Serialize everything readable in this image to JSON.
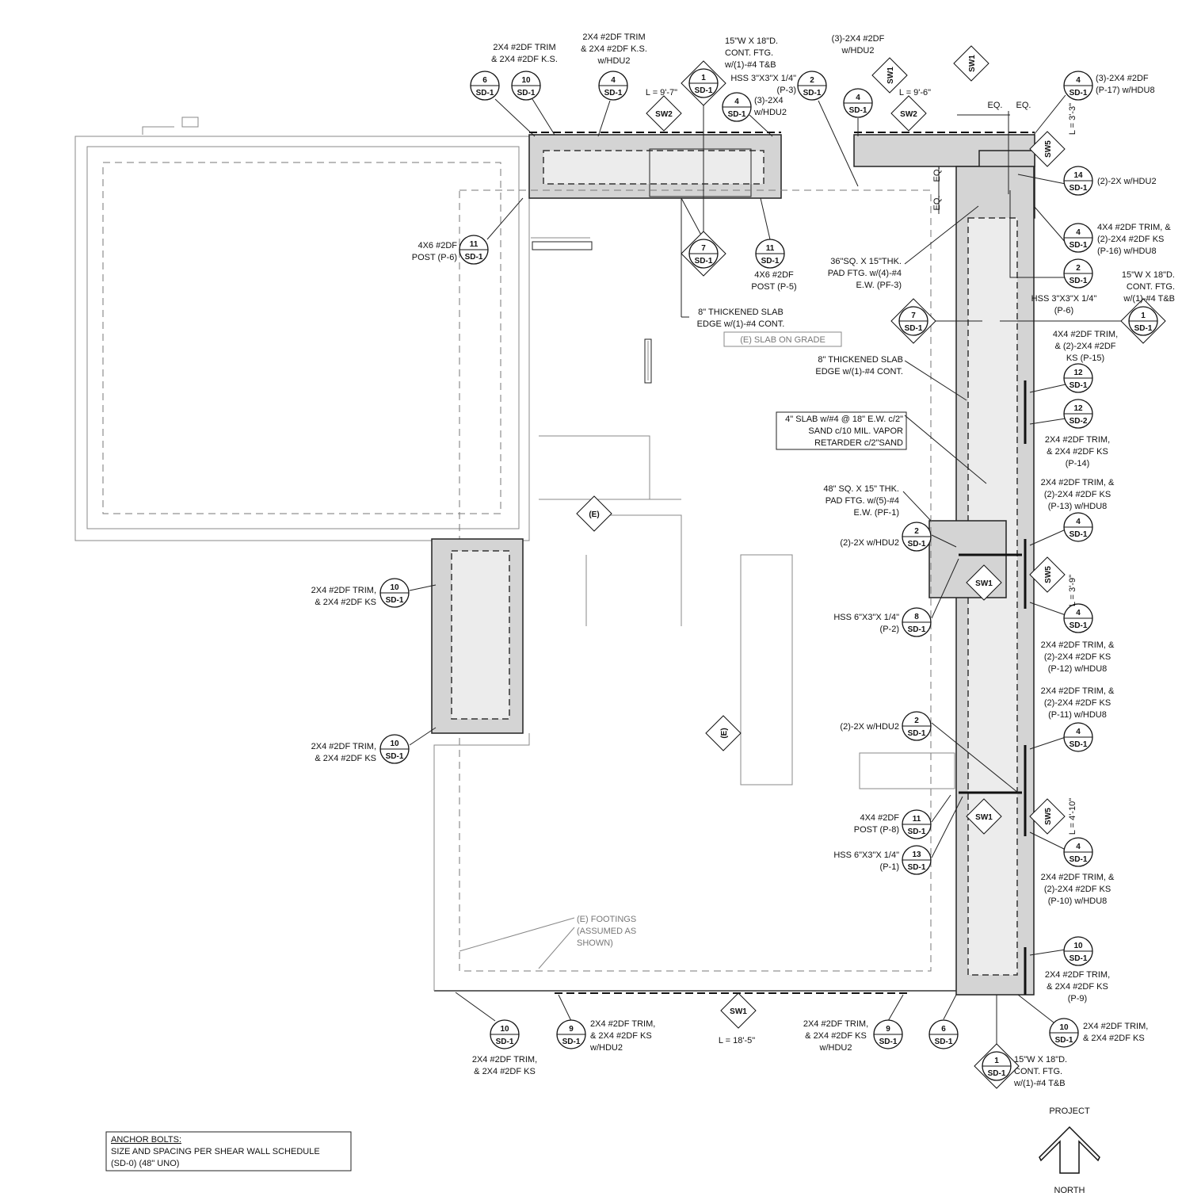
{
  "callouts": [
    {
      "num": "6",
      "sheet": "SD-1"
    },
    {
      "num": "10",
      "sheet": "SD-1"
    },
    {
      "num": "4",
      "sheet": "SD-1"
    },
    {
      "num": "1",
      "sheet": "SD-1"
    },
    {
      "num": "4",
      "sheet": "SD-1"
    },
    {
      "num": "2",
      "sheet": "SD-1"
    },
    {
      "num": "4",
      "sheet": "SD-1"
    },
    {
      "num": "4",
      "sheet": "SD-1"
    },
    {
      "num": "14",
      "sheet": "SD-1"
    },
    {
      "num": "4",
      "sheet": "SD-1"
    },
    {
      "num": "2",
      "sheet": "SD-1"
    },
    {
      "num": "7",
      "sheet": "SD-1"
    },
    {
      "num": "1",
      "sheet": "SD-1"
    },
    {
      "num": "12",
      "sheet": "SD-1"
    },
    {
      "num": "12",
      "sheet": "SD-2"
    },
    {
      "num": "4",
      "sheet": "SD-1"
    },
    {
      "num": "4",
      "sheet": "SD-1"
    },
    {
      "num": "4",
      "sheet": "SD-1"
    },
    {
      "num": "4",
      "sheet": "SD-1"
    },
    {
      "num": "10",
      "sheet": "SD-1"
    },
    {
      "num": "10",
      "sheet": "SD-1"
    },
    {
      "num": "6",
      "sheet": "SD-1"
    },
    {
      "num": "9",
      "sheet": "SD-1"
    },
    {
      "num": "9",
      "sheet": "SD-1"
    },
    {
      "num": "10",
      "sheet": "SD-1"
    },
    {
      "num": "1",
      "sheet": "SD-1"
    },
    {
      "num": "11",
      "sheet": "SD-1"
    },
    {
      "num": "7",
      "sheet": "SD-1"
    },
    {
      "num": "11",
      "sheet": "SD-1"
    },
    {
      "num": "10",
      "sheet": "SD-1"
    },
    {
      "num": "10",
      "sheet": "SD-1"
    },
    {
      "num": "2",
      "sheet": "SD-1"
    },
    {
      "num": "8",
      "sheet": "SD-1"
    },
    {
      "num": "2",
      "sheet": "SD-1"
    },
    {
      "num": "11",
      "sheet": "SD-1"
    },
    {
      "num": "13",
      "sheet": "SD-1"
    }
  ],
  "shear_walls": [
    "SW2",
    "SW2",
    "SW1",
    "SW1",
    "SW5",
    "SW5",
    "SW5",
    "SW1",
    "SW1",
    "SW1"
  ],
  "existing_tags": [
    "(E)",
    "(E)"
  ],
  "lengths": [
    "L = 9'-7\"",
    "L = 9'-6\"",
    "L = 3'-3\"",
    "L = 3'-9\"",
    "L = 4'-10\"",
    "L = 18'-5\""
  ],
  "eq_labels": [
    "EQ.",
    "EQ.",
    "EQ.",
    "EQ."
  ],
  "notes": [
    [
      "2X4 #2DF TRIM",
      "& 2X4 #2DF K.S."
    ],
    [
      "2X4 #2DF TRIM",
      "& 2X4 #2DF K.S.",
      "w/HDU2"
    ],
    [
      "15\"W X 18\"D.",
      "CONT. FTG.",
      "w/(1)-#4 T&B"
    ],
    [
      "HSS 3\"X3\"X 1/4\"",
      "(P-3)"
    ],
    [
      "(3)-2X4",
      "w/HDU2"
    ],
    [
      "(3)-2X4 #2DF",
      "w/HDU2"
    ],
    [
      "(3)-2X4 #2DF",
      "(P-17) w/HDU8"
    ],
    [
      "(2)-2X w/HDU2"
    ],
    [
      "4X4 #2DF TRIM, &",
      "(2)-2X4 #2DF KS",
      "(P-16) w/HDU8"
    ],
    [
      "15\"W X 18\"D.",
      "CONT. FTG.",
      "w/(1)-#4 T&B"
    ],
    [
      "HSS 3\"X3\"X 1/4\"",
      "(P-6)"
    ],
    [
      "4X4 #2DF TRIM,",
      "& (2)-2X4 #2DF",
      "KS (P-15)"
    ],
    [
      "2X4 #2DF TRIM,",
      "& 2X4 #2DF KS",
      "(P-14)"
    ],
    [
      "2X4 #2DF TRIM, &",
      "(2)-2X4 #2DF KS",
      "(P-13) w/HDU8"
    ],
    [
      "2X4 #2DF TRIM, &",
      "(2)-2X4 #2DF KS",
      "(P-12) w/HDU8"
    ],
    [
      "2X4 #2DF TRIM, &",
      "(2)-2X4 #2DF KS",
      "(P-11) w/HDU8"
    ],
    [
      "2X4 #2DF TRIM, &",
      "(2)-2X4 #2DF KS",
      "(P-10) w/HDU8"
    ],
    [
      "2X4 #2DF TRIM,",
      "& 2X4 #2DF KS",
      "(P-9)"
    ],
    [
      "2X4 #2DF TRIM,",
      "& 2X4 #2DF KS"
    ],
    [
      "15\"W X 18\"D.",
      "CONT. FTG.",
      "w/(1)-#4 T&B"
    ],
    [
      "2X4 #2DF TRIM,",
      "& 2X4 #2DF KS",
      "w/HDU2"
    ],
    [
      "2X4 #2DF TRIM,",
      "& 2X4 #2DF KS",
      "w/HDU2"
    ],
    [
      "2X4 #2DF TRIM,",
      "& 2X4 #2DF KS"
    ],
    [
      "4X6 #2DF",
      "POST (P-6)"
    ],
    [
      "4X6 #2DF",
      "POST (P-5)"
    ],
    [
      "8\" THICKENED SLAB",
      "EDGE w/(1)-#4 CONT."
    ],
    [
      "36\"SQ. X 15\"THK.",
      "PAD FTG. w/(4)-#4",
      "E.W. (PF-3)"
    ],
    [
      "8\" THICKENED SLAB",
      "EDGE w/(1)-#4 CONT."
    ],
    [
      "4\" SLAB w/#4 @ 18\" E.W. c/2\"",
      "SAND c/10 MIL. VAPOR",
      "RETARDER c/2\"SAND"
    ],
    [
      "48\" SQ. X 15\" THK.",
      "PAD FTG. w/(5)-#4",
      "E.W. (PF-1)"
    ],
    [
      "(2)-2X w/HDU2"
    ],
    [
      "HSS 6\"X3\"X 1/4\"",
      "(P-2)"
    ],
    [
      "(2)-2X w/HDU2"
    ],
    [
      "4X4 #2DF",
      "POST (P-8)"
    ],
    [
      "HSS 6\"X3\"X 1/4\"",
      "(P-1)"
    ],
    [
      "2X4 #2DF TRIM,",
      "& 2X4 #2DF KS"
    ],
    [
      "2X4 #2DF TRIM,",
      "& 2X4 #2DF KS"
    ],
    [
      "(E) FOOTINGS",
      "(ASSUMED AS",
      "SHOWN)"
    ],
    [
      "(E) SLAB ON GRADE"
    ]
  ],
  "anchor_bolts": {
    "title": "ANCHOR BOLTS:",
    "line1": "SIZE AND SPACING PER SHEAR WALL SCHEDULE",
    "line2": "(SD-0) (48\" UNO)"
  },
  "north_arrow": {
    "top": "PROJECT",
    "bottom": "NORTH"
  }
}
